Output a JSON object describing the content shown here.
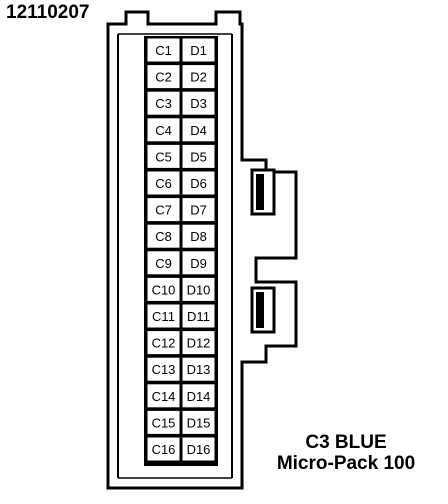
{
  "part_number": "12110207",
  "connector": {
    "name": "C3 BLUE",
    "type": "Micro-Pack 100",
    "column_c": [
      "C1",
      "C2",
      "C3",
      "C4",
      "C5",
      "C6",
      "C7",
      "C8",
      "C9",
      "C10",
      "C11",
      "C12",
      "C13",
      "C14",
      "C15",
      "C16"
    ],
    "column_d": [
      "D1",
      "D2",
      "D3",
      "D4",
      "D5",
      "D6",
      "D7",
      "D8",
      "D9",
      "D10",
      "D11",
      "D12",
      "D13",
      "D14",
      "D15",
      "D16"
    ]
  }
}
